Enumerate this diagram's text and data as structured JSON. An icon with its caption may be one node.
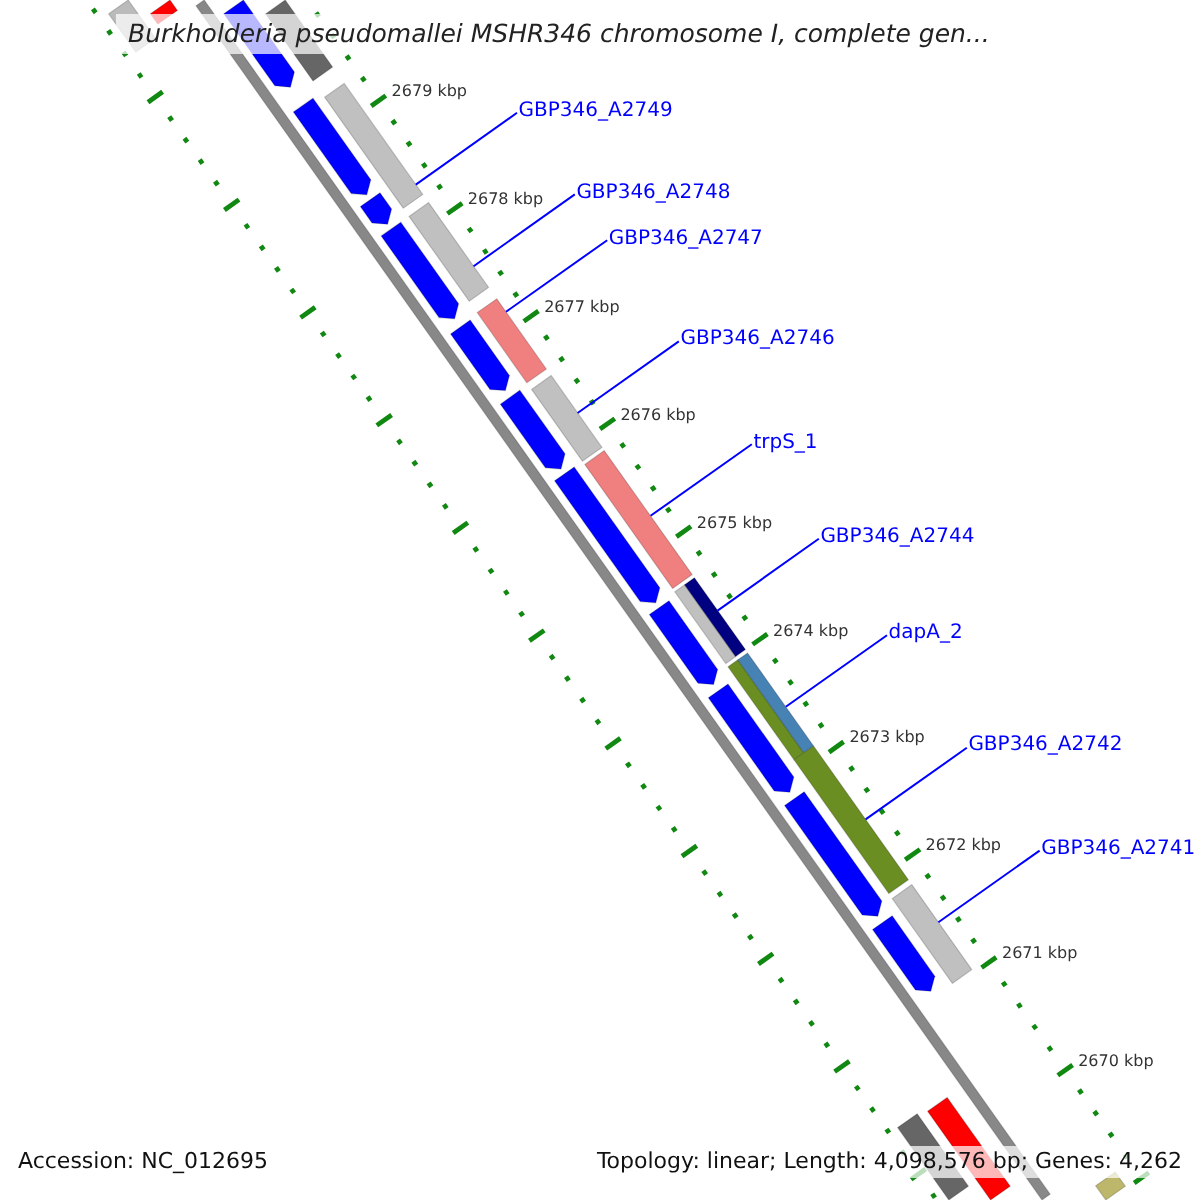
{
  "diagram": {
    "title": "Burkholderia pseudomallei MSHR346 chromosome I, complete gen...",
    "nodes": [
      {
        "text": [
          "GBP346_A2749"
        ]
      },
      {
        "text": [
          "GBP346_A2748"
        ]
      },
      {
        "text": [
          "GBP346_A2747"
        ]
      },
      {
        "text": [
          "GBP346_A2746"
        ]
      },
      {
        "text": [
          "trpS_1"
        ]
      },
      {
        "text": [
          "GBP346_A2744"
        ]
      },
      {
        "text": [
          "dapA_2"
        ]
      },
      {
        "text": [
          "GBP346_A2742"
        ]
      },
      {
        "text": [
          "GBP346_A2741"
        ]
      },
      {
        "text": [],
        "shape": "bar"
      },
      {
        "text": [],
        "shape": "bar"
      },
      {
        "text": [],
        "shape": "bar"
      },
      {
        "text": [],
        "shape": "bar"
      },
      {
        "text": [],
        "shape": "bar"
      },
      {
        "text": [],
        "shape": "bar"
      },
      {
        "text": [],
        "shape": "bar"
      },
      {
        "text": [],
        "shape": "bar"
      },
      {
        "text": [],
        "shape": "bar"
      }
    ],
    "edges": [
      {
        "from": 0,
        "to": 9,
        "arrow": "none"
      },
      {
        "from": 1,
        "to": 10,
        "arrow": "none"
      },
      {
        "from": 2,
        "to": 11,
        "arrow": "none"
      },
      {
        "from": 3,
        "to": 12,
        "arrow": "none"
      },
      {
        "from": 4,
        "to": 13,
        "arrow": "none"
      },
      {
        "from": 5,
        "to": 14,
        "arrow": "none"
      },
      {
        "from": 6,
        "to": 15,
        "arrow": "none"
      },
      {
        "from": 7,
        "to": 16,
        "arrow": "none"
      },
      {
        "from": 8,
        "to": 17,
        "arrow": "none"
      }
    ],
    "labels": [
      "2679 kbp",
      "2678 kbp",
      "2677 kbp",
      "2676 kbp",
      "2675 kbp",
      "2674 kbp",
      "2673 kbp",
      "2672 kbp",
      "2671 kbp",
      "2670 kbp",
      "Accession: NC_012695",
      "Topology: linear; Length: 4,098,576 bp; Genes: 4,262"
    ]
  }
}
